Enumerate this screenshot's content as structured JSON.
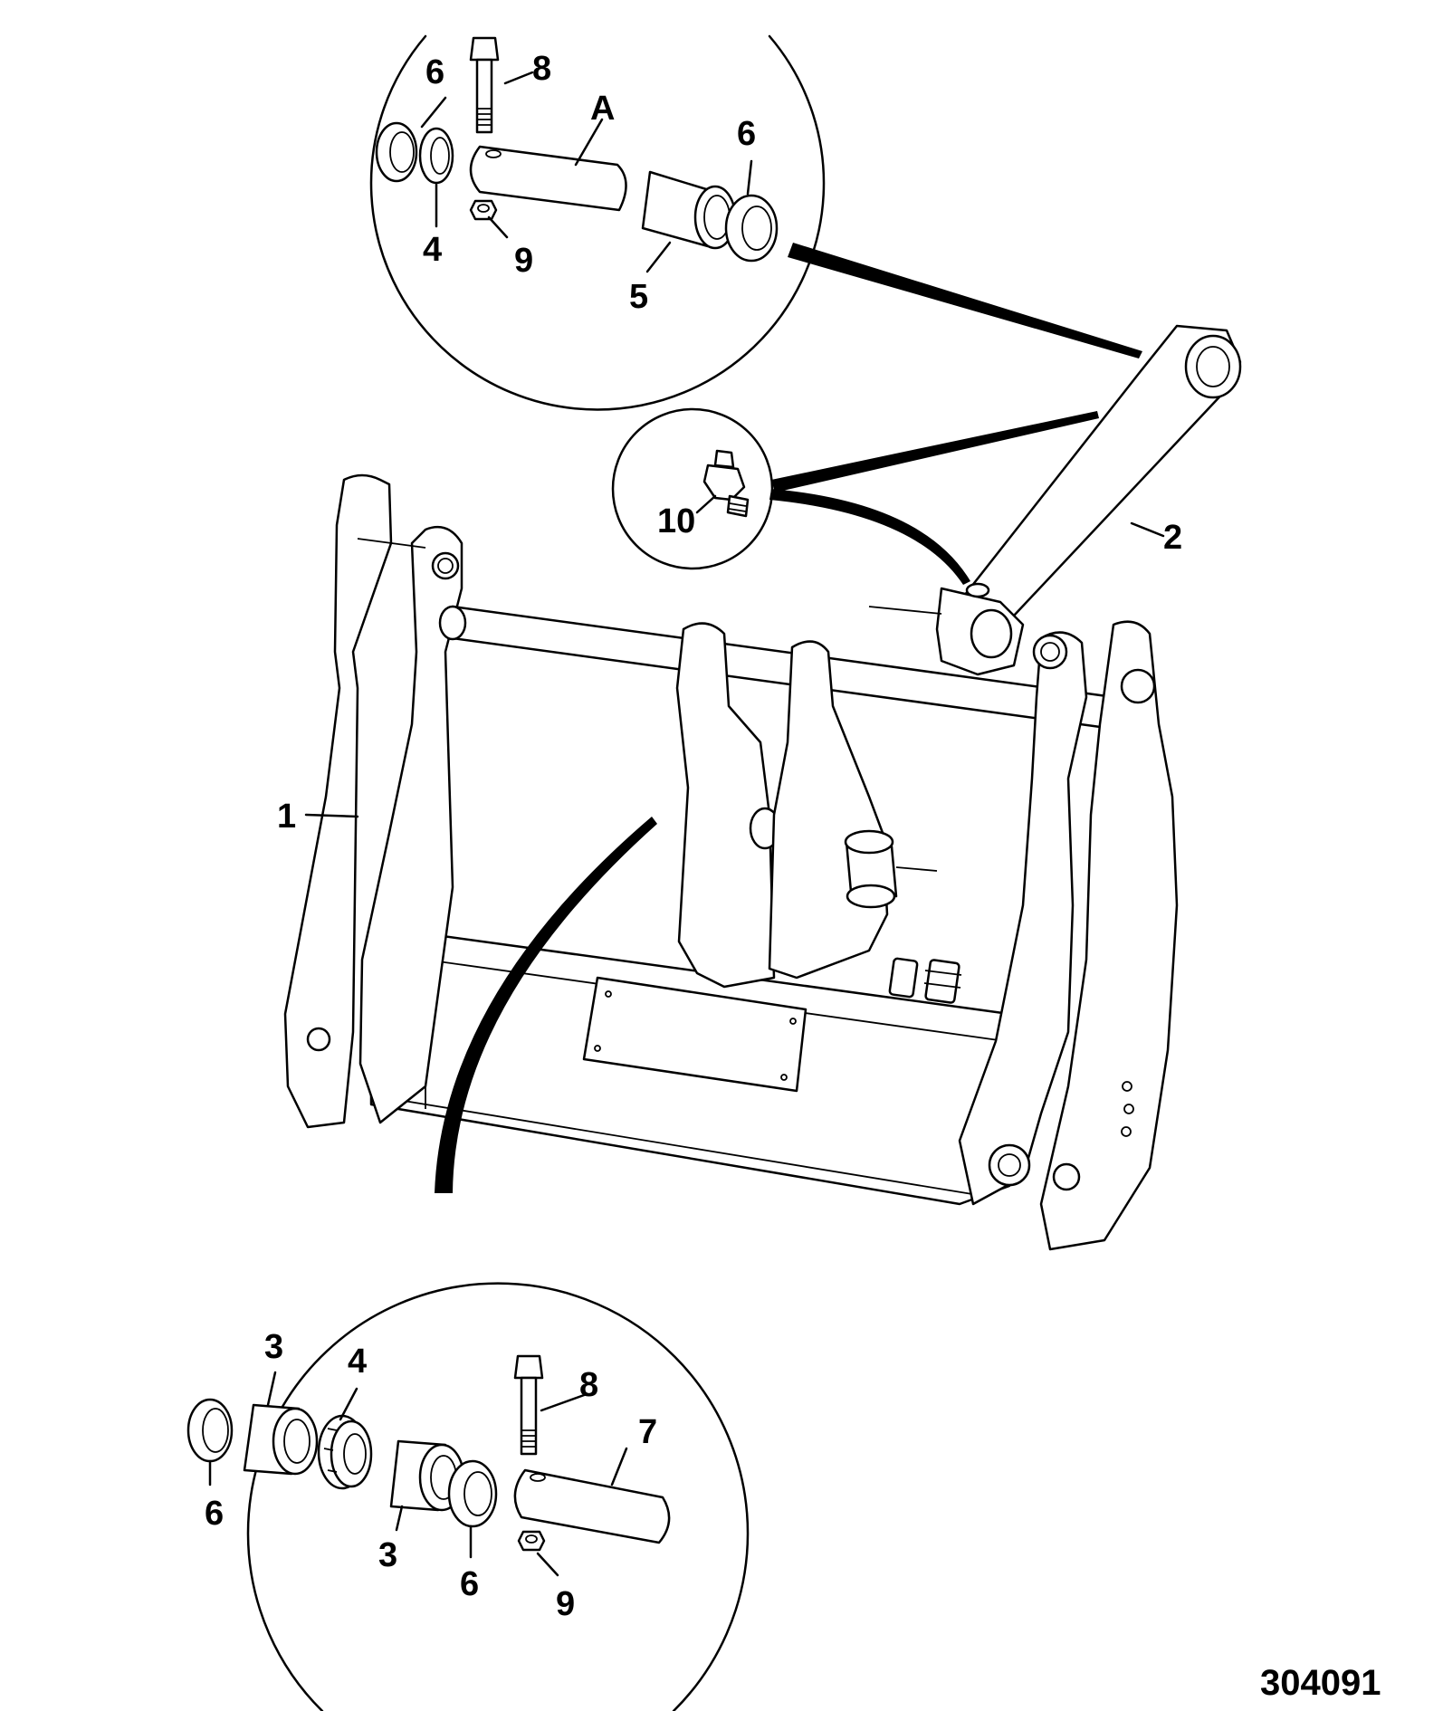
{
  "drawing_number": "304091",
  "callouts": {
    "top": {
      "item_6_left": "6",
      "item_8": "8",
      "item_A": "A",
      "item_6_right": "6",
      "item_4": "4",
      "item_9": "9",
      "item_5": "5"
    },
    "grease": {
      "item_10": "10"
    },
    "main": {
      "item_2": "2",
      "item_1": "1"
    },
    "bottom": {
      "item_3_top": "3",
      "item_4": "4",
      "item_8": "8",
      "item_7": "7",
      "item_6_left": "6",
      "item_3_bottom": "3",
      "item_6_right": "6",
      "item_9": "9"
    }
  }
}
